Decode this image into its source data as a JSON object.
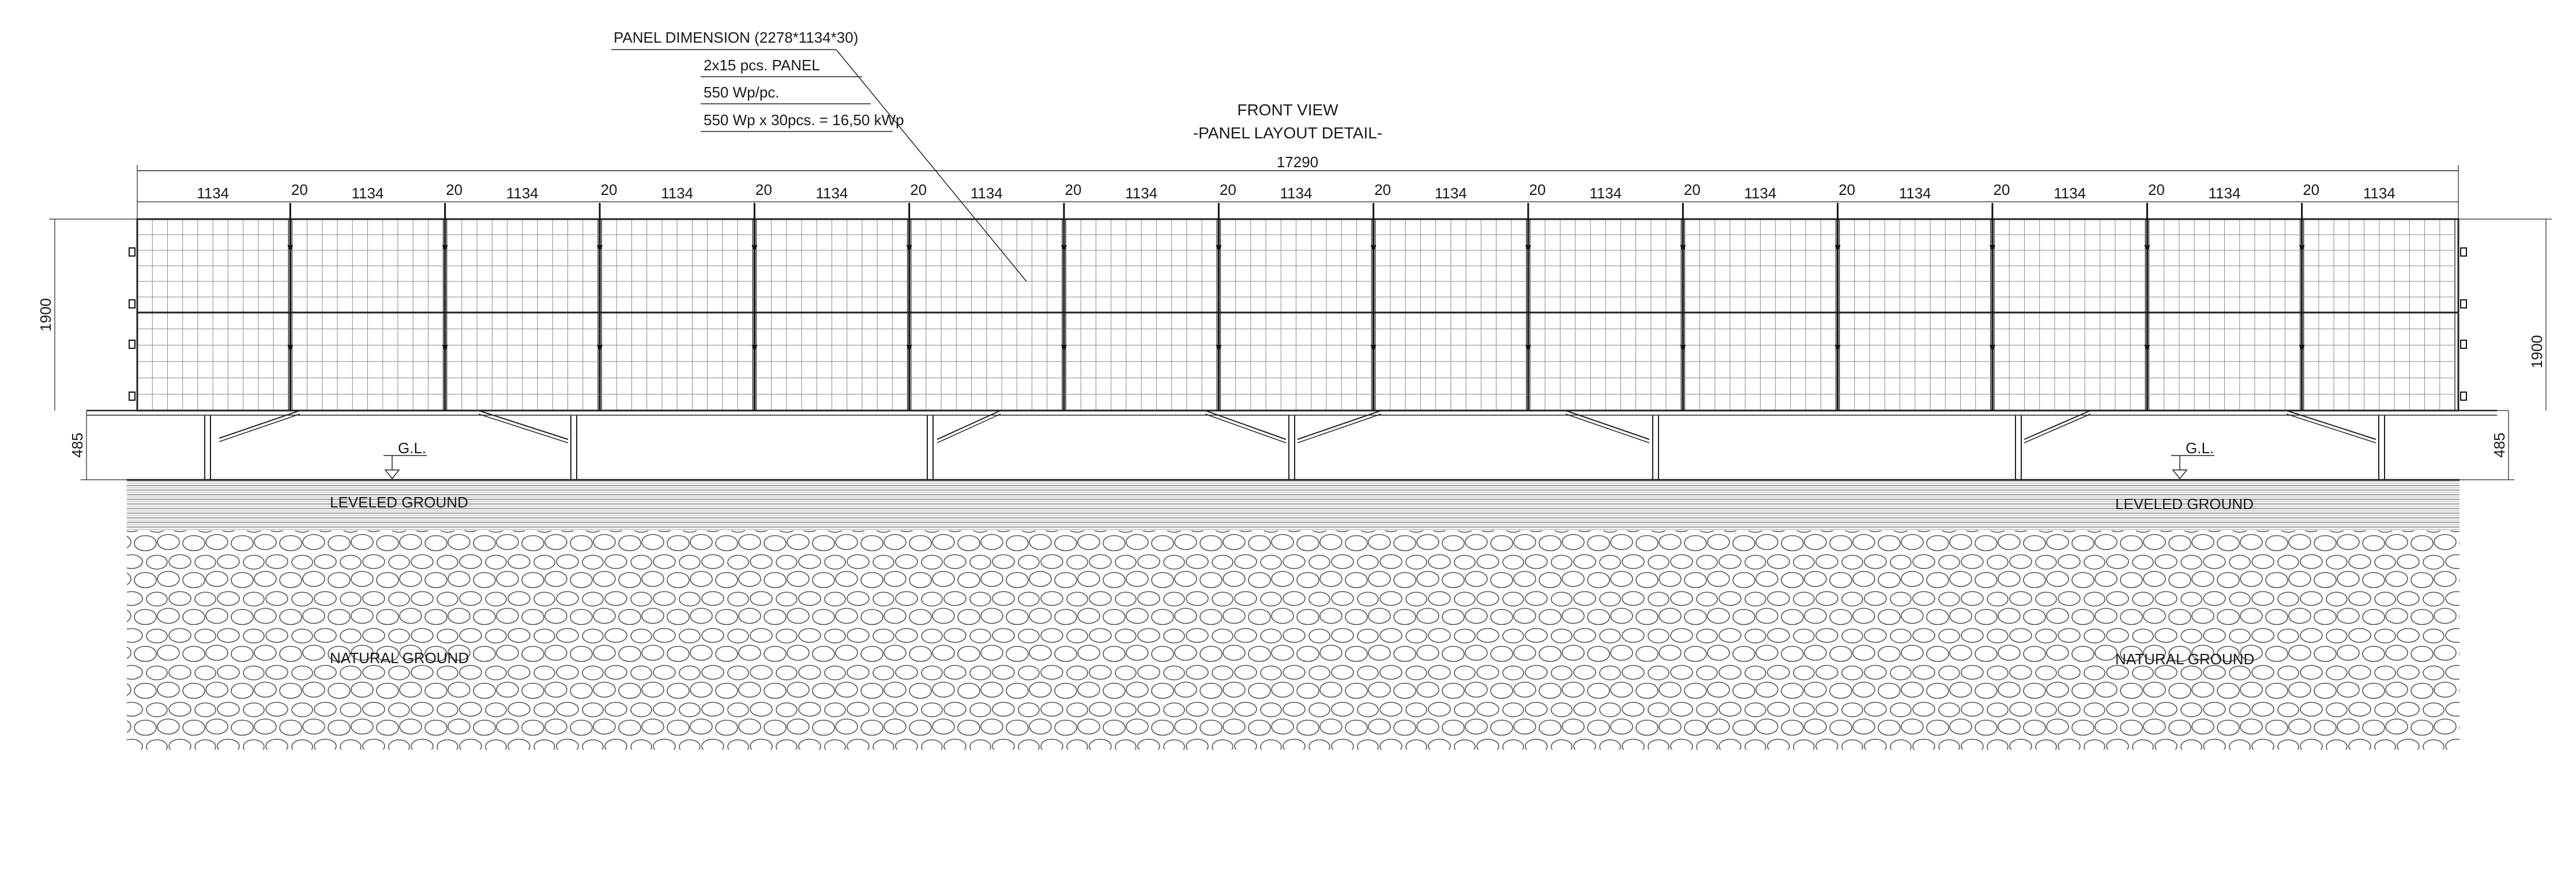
{
  "annotation": {
    "panel_dimension": "PANEL DIMENSION (2278*1134*30)",
    "panel_count": "2x15 pcs. PANEL",
    "panel_power": "550 Wp/pc.",
    "total_power": "550 Wp x 30pcs. = 16,50 kWp"
  },
  "title": {
    "line1": "FRONT VIEW",
    "line2": "-PANEL LAYOUT DETAIL-"
  },
  "dimensions": {
    "overall_width": "17290",
    "panel_width": "1134",
    "gap": "20",
    "height_left": "1900",
    "height_right": "1900",
    "clearance_left": "485",
    "clearance_right": "485"
  },
  "ground": {
    "gl_left": "G.L.",
    "gl_right": "G.L.",
    "leveled_left": "LEVELED GROUND",
    "leveled_right": "LEVELED GROUND",
    "natural_left": "NATURAL GROUND",
    "natural_right": "NATURAL GROUND"
  },
  "layout": {
    "columns": 15,
    "rows": 2
  }
}
